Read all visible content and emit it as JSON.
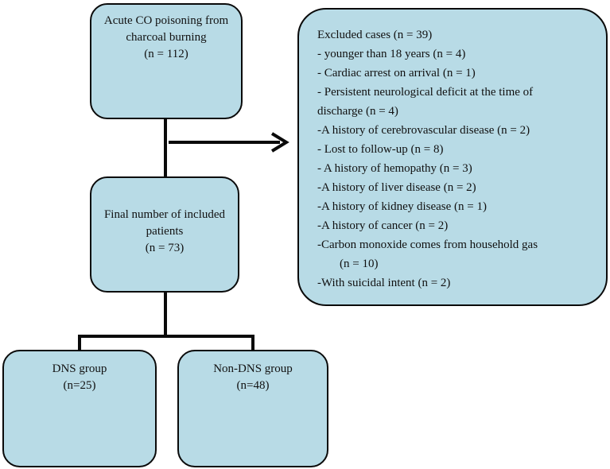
{
  "boxes": {
    "start": {
      "lines": [
        "Acute CO poisoning from",
        "charcoal burning",
        "(n = 112)"
      ]
    },
    "final": {
      "lines": [
        "Final number of included",
        "patients",
        "(n = 73)"
      ]
    },
    "dns": {
      "lines": [
        "DNS group",
        "(n=25)"
      ]
    },
    "non_dns": {
      "lines": [
        "Non-DNS group",
        "(n=48)"
      ]
    }
  },
  "excluded": {
    "title": "Excluded cases (n = 39)",
    "items": [
      "- younger than 18 years (n = 4)",
      "- Cardiac arrest on arrival (n = 1)",
      "- Persistent neurological deficit at the time of",
      "discharge (n = 4)",
      "-A history of cerebrovascular disease (n = 2)",
      "- Lost to follow-up (n = 8)",
      "- A history of hemopathy (n = 3)",
      "-A history of liver disease (n = 2)",
      "-A history of kidney disease (n = 1)",
      "-A history of cancer (n = 2)",
      "-Carbon monoxide comes from household gas",
      "(n = 10)",
      "-With suicidal intent (n = 2)"
    ]
  },
  "colors": {
    "box_fill": "#b8dbe6",
    "line": "#0a0a0a"
  }
}
